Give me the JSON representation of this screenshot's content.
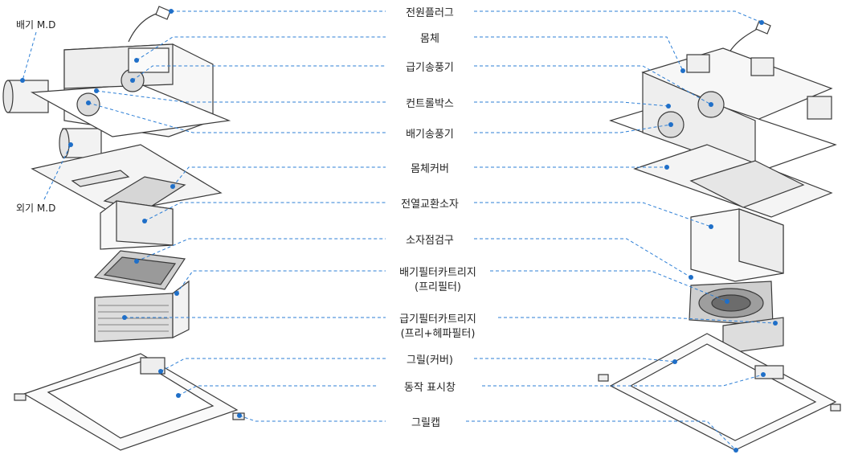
{
  "side_labels": {
    "exhaust_md": "배기 M.D",
    "outdoor_md": "외기 M.D"
  },
  "parts": [
    {
      "id": "power-plug",
      "label": "전원플러그"
    },
    {
      "id": "body",
      "label": "몸체"
    },
    {
      "id": "supply-fan",
      "label": "급기송풍기"
    },
    {
      "id": "control-box",
      "label": "컨트롤박스"
    },
    {
      "id": "exhaust-fan",
      "label": "배기송풍기"
    },
    {
      "id": "body-cover",
      "label": "몸체커버"
    },
    {
      "id": "heat-exchanger",
      "label": "전열교환소자"
    },
    {
      "id": "element-inspection",
      "label": "소자점검구"
    },
    {
      "id": "exhaust-filter",
      "label": "배기필터카트리지",
      "sub": "(프리필터)"
    },
    {
      "id": "supply-filter",
      "label": "급기필터카트리지",
      "sub": "(프리+헤파필터)"
    },
    {
      "id": "grille-cover",
      "label": "그릴(커버)"
    },
    {
      "id": "status-display",
      "label": "동작 표시창"
    },
    {
      "id": "grille-cap",
      "label": "그릴캡"
    }
  ],
  "colors": {
    "leader": "#2d7fd6",
    "dot": "#1f6fc8",
    "outline": "#3a3a3a",
    "text": "#222222"
  }
}
